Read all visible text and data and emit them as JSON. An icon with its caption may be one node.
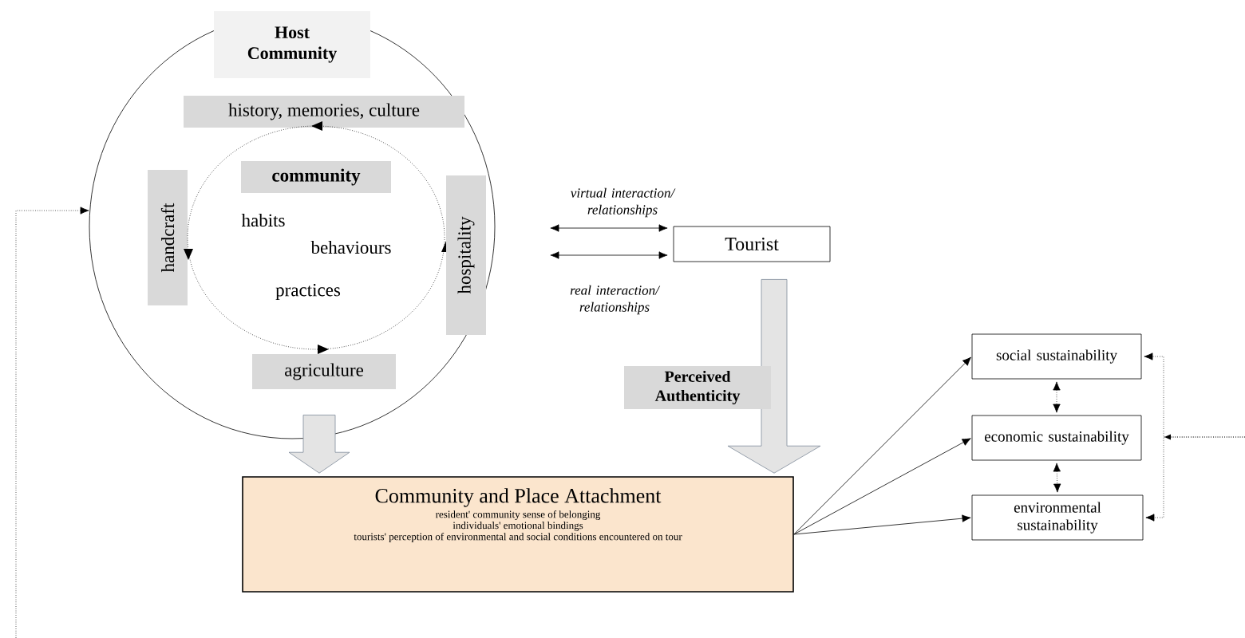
{
  "diagram": {
    "nodes": [
      {
        "text": [
          "Host Community"
        ]
      },
      {
        "text": [
          "history, memories, culture"
        ],
        "in": 0
      },
      {
        "text": [
          "handcraft"
        ],
        "in": 0
      },
      {
        "text": [
          "community",
          "habits",
          "behaviours",
          "practices"
        ],
        "in": 0
      },
      {
        "text": [
          "hospitality"
        ],
        "in": 0
      },
      {
        "text": [
          "agriculture"
        ],
        "in": 0
      },
      {
        "text": [
          "Tourist"
        ]
      },
      {
        "text": [
          "Community and Place Attachment",
          "resident' community sense of belonging",
          "individuals' emotional bindings",
          "tourists' perception of environmental and social conditions encountered on tour"
        ]
      },
      {
        "text": [
          "social sustainability"
        ]
      },
      {
        "text": [
          "economic sustainability"
        ]
      },
      {
        "text": [
          "environmental sustainability"
        ]
      }
    ],
    "edges": [
      {
        "from": 0,
        "to": 6,
        "arrow": "both",
        "label": "virtual interaction/ relationships"
      },
      {
        "from": 0,
        "to": 6,
        "arrow": "both",
        "label": "real interaction/ relationships"
      },
      {
        "from": 0,
        "to": 7,
        "arrow": "to",
        "style": "thick"
      },
      {
        "from": 6,
        "to": 7,
        "arrow": "to",
        "style": "thick",
        "label": "Perceived Authenticity"
      },
      {
        "from": 7,
        "to": 8,
        "arrow": "to"
      },
      {
        "from": 7,
        "to": 9,
        "arrow": "to"
      },
      {
        "from": 7,
        "to": 10,
        "arrow": "to"
      },
      {
        "from": 8,
        "to": 9,
        "arrow": "both",
        "style": "dashed"
      },
      {
        "from": 9,
        "to": 10,
        "arrow": "both",
        "style": "dashed"
      },
      {
        "from": null,
        "to": 8,
        "arrow": "to",
        "style": "dashed"
      },
      {
        "from": null,
        "to": 10,
        "arrow": "to",
        "style": "dashed"
      },
      {
        "from": null,
        "to": 0,
        "arrow": "to",
        "style": "dashed"
      }
    ]
  }
}
